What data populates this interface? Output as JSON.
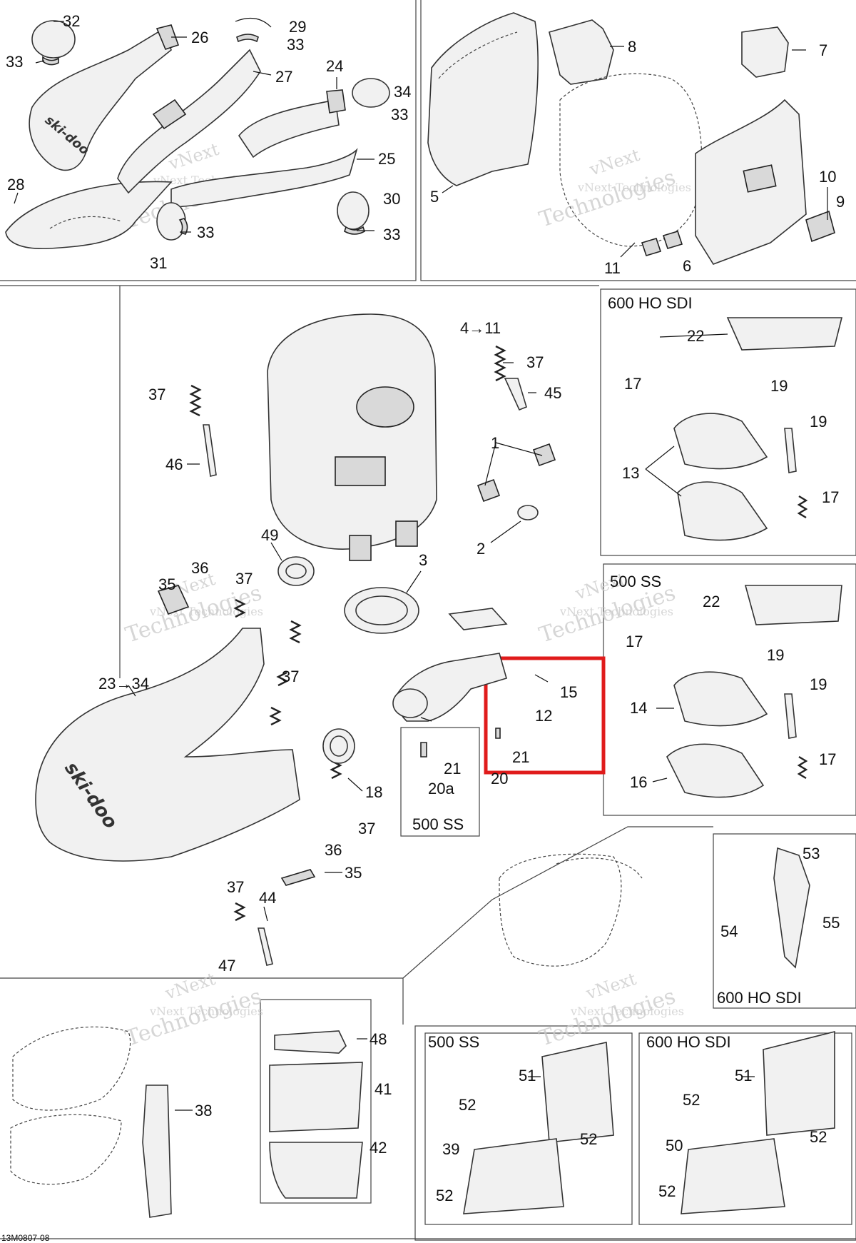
{
  "diagram": {
    "reference_code": "13M0807-08",
    "watermark_lines": [
      "vNext Technologies",
      "vNext",
      "Technologies"
    ],
    "brand_logo_text": "ski-doo",
    "box_titles": {
      "ho_sdi_top": "600 HO SDI",
      "ss_mid": "500 SS",
      "ss_small": "500 SS",
      "ho_sdi_mid": "600 HO SDI",
      "ss_bottom": "500 SS",
      "ho_sdi_bottom": "600 HO SDI"
    },
    "callouts": [
      "32",
      "33",
      "26",
      "29",
      "33",
      "27",
      "24",
      "34",
      "33",
      "25",
      "28",
      "30",
      "33",
      "31",
      "33",
      "8",
      "7",
      "5",
      "10",
      "9",
      "11",
      "6",
      "4→11",
      "37",
      "37",
      "45",
      "46",
      "1",
      "2",
      "49",
      "3",
      "36",
      "35",
      "37",
      "23→34",
      "37",
      "15",
      "12",
      "21",
      "21",
      "20a",
      "20",
      "500 SS",
      "18",
      "37",
      "36",
      "35",
      "37",
      "44",
      "47",
      "22",
      "17",
      "19",
      "19",
      "13",
      "17",
      "22",
      "17",
      "19",
      "19",
      "14",
      "16",
      "17",
      "53",
      "54",
      "55",
      "48",
      "41",
      "42",
      "38",
      "51",
      "52",
      "52",
      "39",
      "52",
      "51",
      "52",
      "52",
      "50",
      "52"
    ],
    "highlight_color": "#e01b1b",
    "line_color": "#222222"
  }
}
